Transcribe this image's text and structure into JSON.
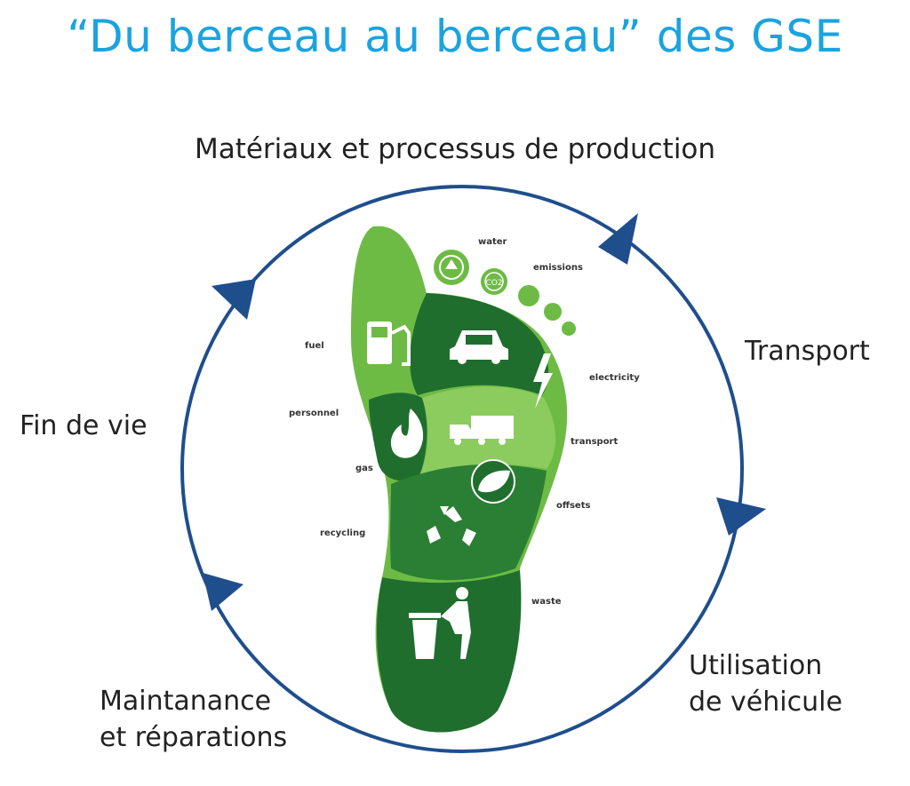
{
  "title": "“Du berceau au berceau” des GSE",
  "stages": {
    "top": "Matériaux et processus de production",
    "right": "Transport",
    "bottom_right_line1": "Utilisation",
    "bottom_right_line2": "de véhicule",
    "bottom_left_line1": "Maintanance",
    "bottom_left_line2": "et réparations",
    "left": "Fin de vie"
  },
  "footprint_labels": {
    "water": "water",
    "emissions": "emissions",
    "co2": "CO2",
    "fuel": "fuel",
    "electricity": "electricity",
    "personnel": "personnel",
    "transport": "transport",
    "gas": "gas",
    "offsets": "offsets",
    "recycling": "recycling",
    "waste": "waste"
  },
  "colors": {
    "title": "#1aa3e0",
    "cycle": "#1f4e8c",
    "green_light": "#6dbb45",
    "green_mid": "#3f9b3a",
    "green_dark": "#1f6e2e"
  },
  "icons": [
    "water-drop-icon",
    "co2-icon",
    "fuel-pump-icon",
    "car-icon",
    "lightning-icon",
    "flame-icon",
    "truck-icon",
    "leaf-icon",
    "recycle-icon",
    "trash-bin-icon"
  ]
}
